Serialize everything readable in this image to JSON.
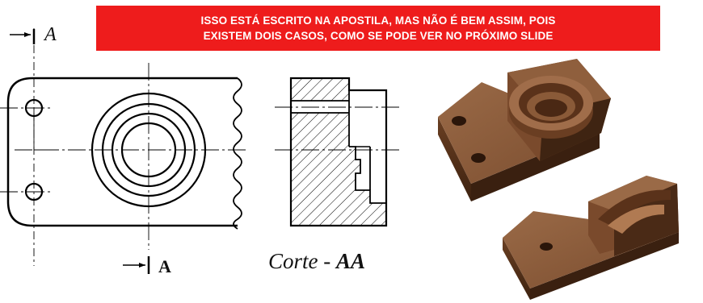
{
  "banner": {
    "line1": "ISSO ESTÁ ESCRITO NA APOSTILA, MAS NÃO É BEM ASSIM, POIS",
    "line2": "EXISTEM DOIS CASOS, COMO SE PODE VER NO PRÓXIMO SLIDE"
  },
  "labels": {
    "cut_top": "A",
    "cut_bottom": "A",
    "section_prefix": "Corte - ",
    "section_name": "AA"
  },
  "colors": {
    "banner_bg": "#ee1c1c",
    "part_light": "#8b5a3a",
    "part_dark": "#4a2a16"
  }
}
